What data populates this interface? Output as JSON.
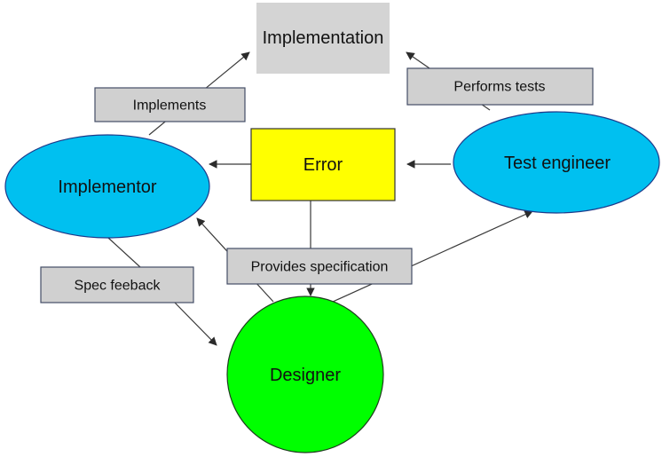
{
  "nodes": {
    "implementation": {
      "label": "Implementation",
      "color": "#d4d4d4"
    },
    "implementor": {
      "label": "Implementor",
      "color": "#00c0f0"
    },
    "error": {
      "label": "Error",
      "color": "#ffff00"
    },
    "test_engineer": {
      "label": "Test engineer",
      "color": "#00c0f0"
    },
    "designer": {
      "label": "Designer",
      "color": "#00ff00"
    }
  },
  "edge_labels": {
    "implements": "Implements",
    "performs_tests": "Performs tests",
    "provides_specification": "Provides specification",
    "spec_feedback": "Spec feeback"
  }
}
